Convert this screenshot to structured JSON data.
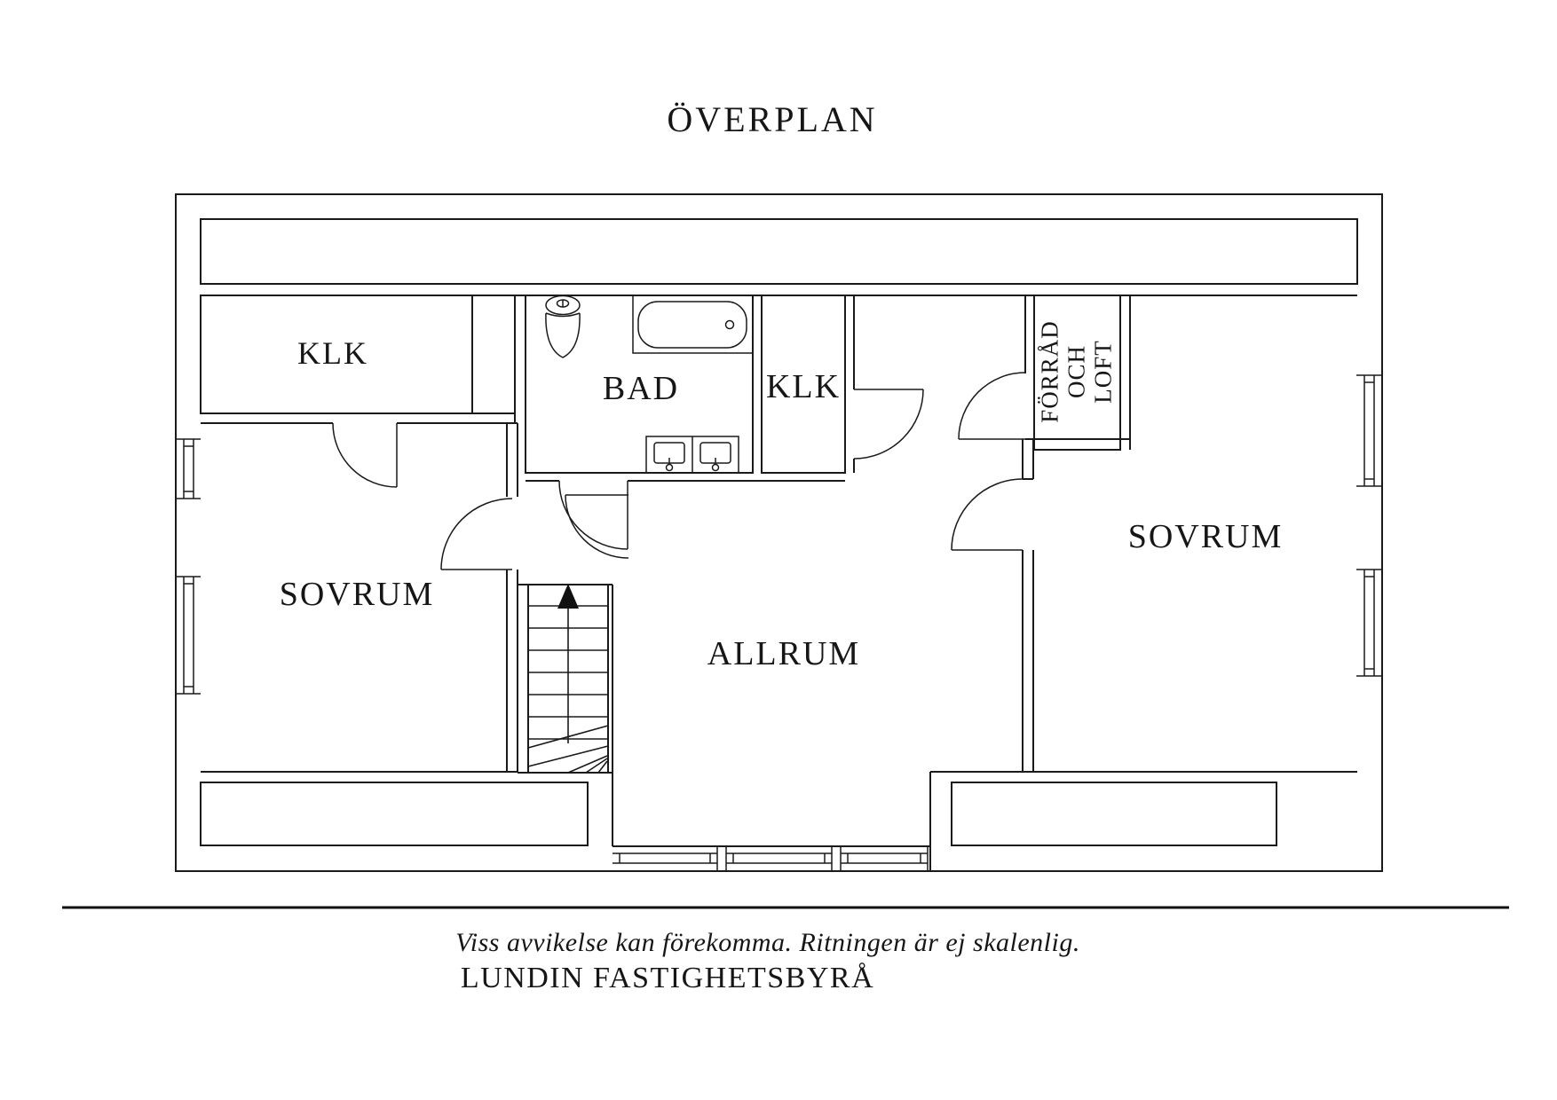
{
  "title": "ÖVERPLAN",
  "rooms": {
    "klk_left": {
      "label": "KLK"
    },
    "bad": {
      "label": "BAD"
    },
    "klk_right": {
      "label": "KLK"
    },
    "forrad": {
      "line1": "FÖRRÅD",
      "line2": "OCH",
      "line3": "LOFT"
    },
    "sovrum_left": {
      "label": "SOVRUM"
    },
    "allrum": {
      "label": "ALLRUM"
    },
    "sovrum_right": {
      "label": "SOVRUM"
    }
  },
  "footer": {
    "disclaimer": "Viss avvikelse kan förekomma. Ritningen är ej skalenlig.",
    "company": "LUNDIN FASTIGHETSBYRÅ"
  },
  "colors": {
    "ink": "#1a1a1a",
    "background": "#ffffff"
  }
}
